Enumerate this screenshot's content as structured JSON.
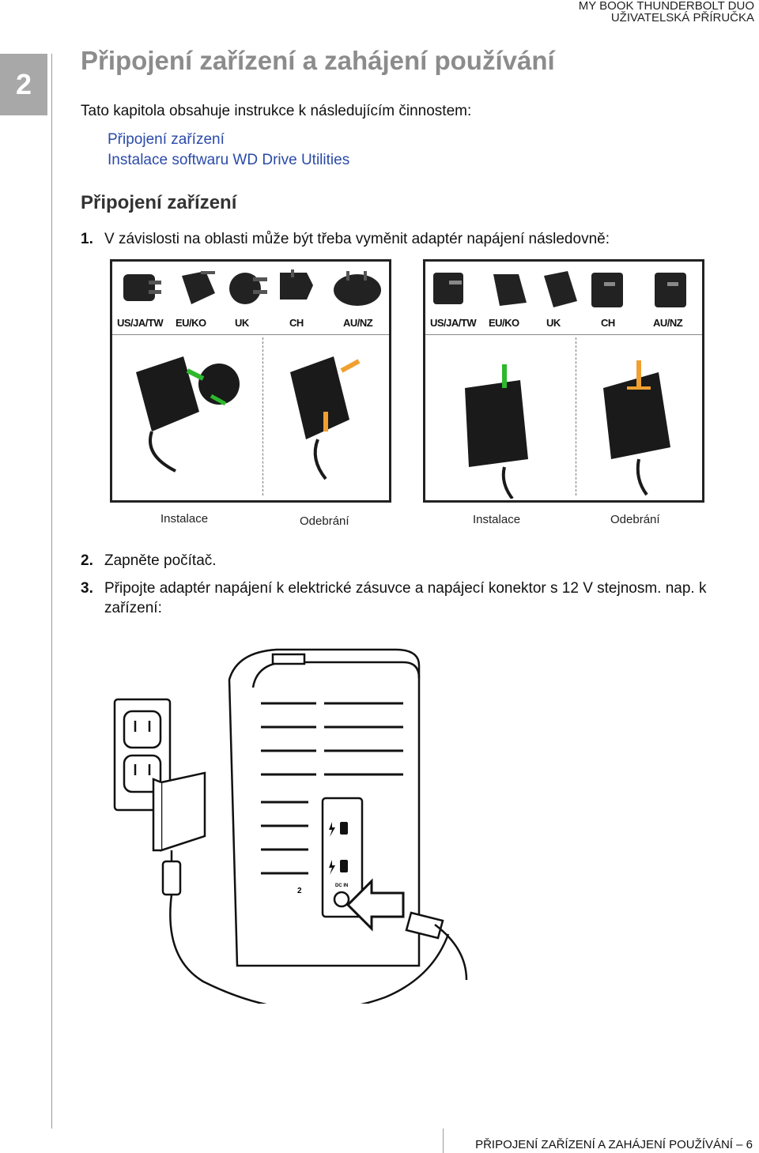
{
  "header": {
    "line1": "MY BOOK THUNDERBOLT DUO",
    "line2": "UŽIVATELSKÁ PŘÍRUČKA"
  },
  "chapter": {
    "number": "2",
    "title": "Připojení zařízení a zahájení používání"
  },
  "intro": "Tato kapitola obsahuje instrukce k následujícím činnostem:",
  "toc": [
    "Připojení zařízení",
    "Instalace softwaru WD Drive Utilities"
  ],
  "section_title": "Připojení zařízení",
  "steps": [
    {
      "num": "1.",
      "text": "V závislosti na oblasti může být třeba vyměnit adaptér napájení následovně:"
    },
    {
      "num": "2.",
      "text": "Zapněte počítač."
    },
    {
      "num": "3.",
      "text": "Připojte adaptér napájení k elektrické zásuvce a napájecí konektor s 12 V stejnosm. nap. k zařízení:"
    }
  ],
  "plug_labels": [
    "US/JA/TW",
    "EU/KO",
    "UK",
    "CH",
    "AU/NZ"
  ],
  "captions": [
    "Instalace",
    "Odebrání",
    "Instalace",
    "Odebrání"
  ],
  "device_labels": {
    "port_number": "2",
    "dc_in": "DC IN"
  },
  "footer": "PŘIPOJENÍ ZAŘÍZENÍ A ZAHÁJENÍ POUŽÍVÁNÍ – 6"
}
